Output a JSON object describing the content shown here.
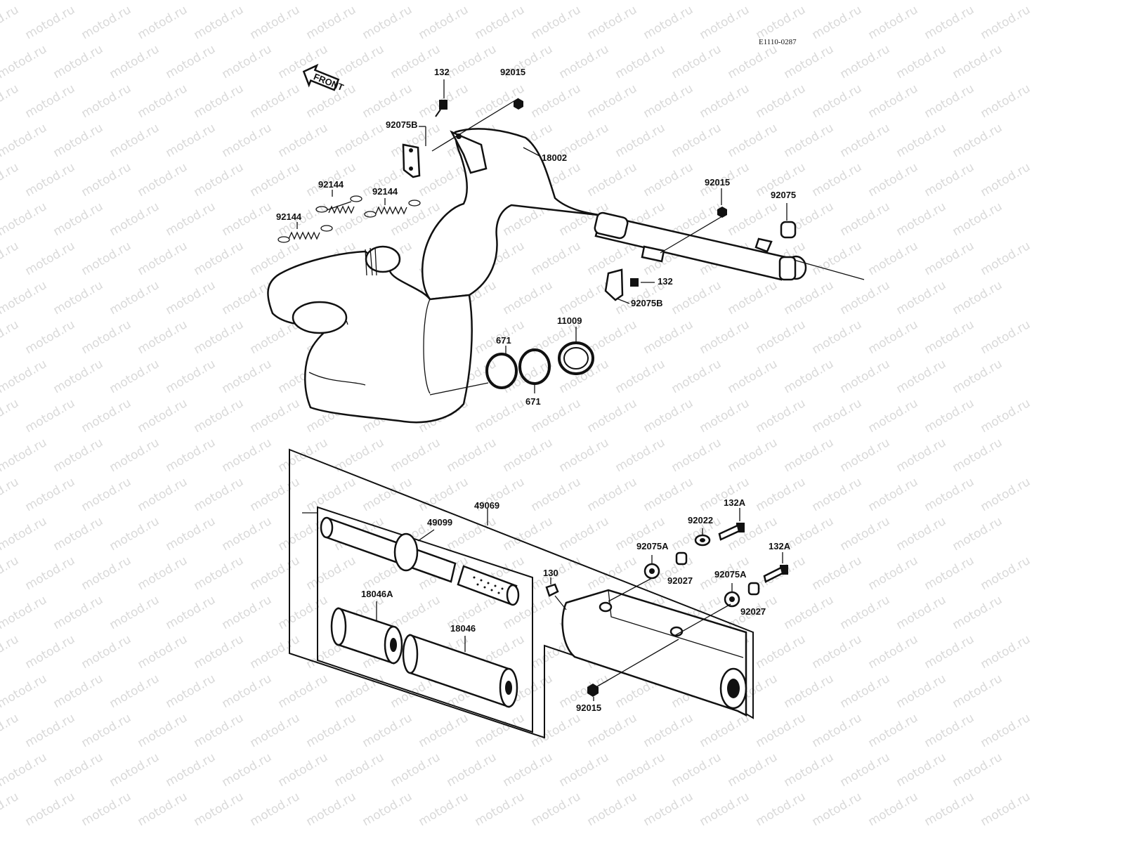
{
  "diagram_code": "E1110-0287",
  "front_label": "FRONT",
  "watermark_text": "motod.ru",
  "colors": {
    "ink": "#111111",
    "watermark": "#d9d9d9",
    "background": "#ffffff"
  },
  "callouts": {
    "p132_top": "132",
    "p92015_top": "92015",
    "p92075B_top": "92075B",
    "p18002": "18002",
    "p92144_a": "92144",
    "p92144_b": "92144",
    "p92144_c": "92144",
    "p92015_mid": "92015",
    "p92075": "92075",
    "p132_mid": "132",
    "p92075B_mid": "92075B",
    "p671_a": "671",
    "p671_b": "671",
    "p11009": "11009",
    "p49069": "49069",
    "p49099": "49099",
    "p18046A": "18046A",
    "p18046": "18046",
    "p130": "130",
    "p92075A_a": "92075A",
    "p92027_a": "92027",
    "p92022": "92022",
    "p132A_a": "132A",
    "p132A_b": "132A",
    "p92075A_b": "92075A",
    "p92027_b": "92027",
    "p92015_bot": "92015"
  }
}
